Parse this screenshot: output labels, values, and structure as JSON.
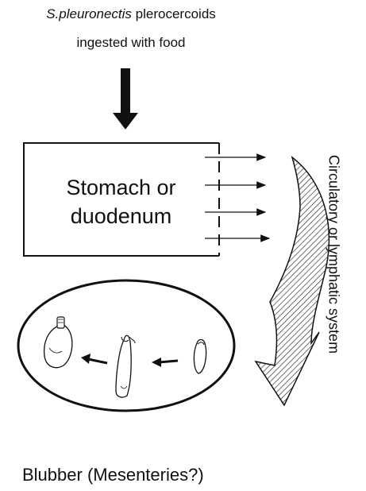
{
  "header": {
    "species": "S.pleuronectis",
    "line1_rest": "plerocercoids",
    "line2": "ingested with food"
  },
  "box": {
    "line1": "Stomach or",
    "line2": "duodenum"
  },
  "side_label": "Circulatory or lymphatic system",
  "footer_label": "Blubber (Mesenteries?)",
  "colors": {
    "ink": "#111111",
    "background": "#ffffff"
  }
}
